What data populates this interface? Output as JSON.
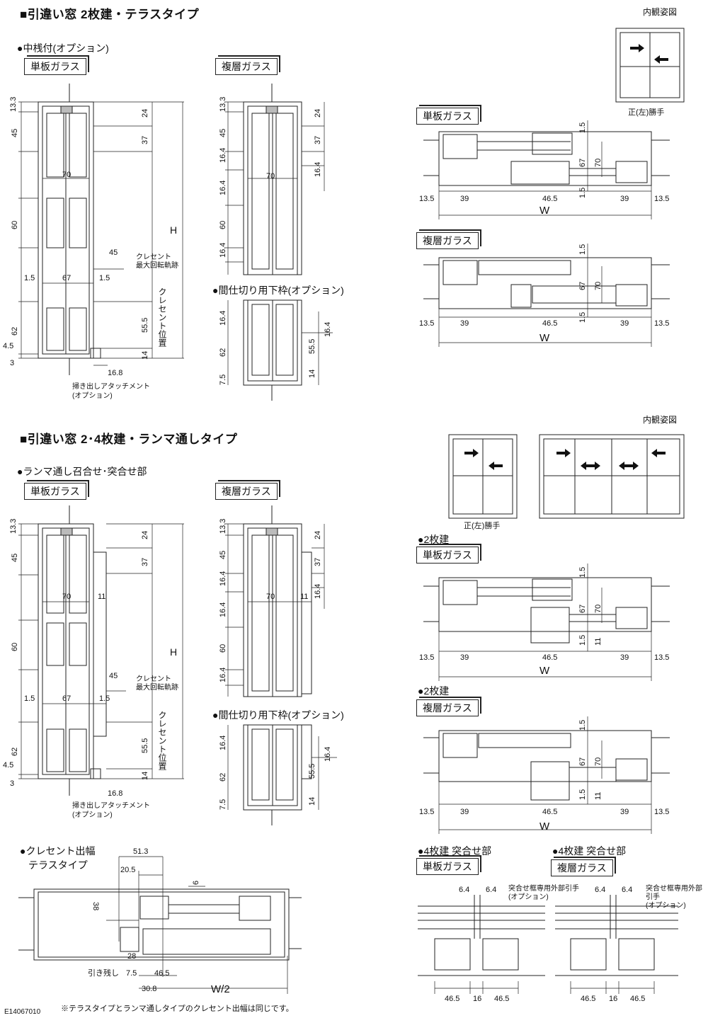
{
  "sections": {
    "terrace": {
      "title": "■引違い窓 2枚建・テラスタイプ",
      "interior_view_label": "内観姿図",
      "hand_label": "正(左)勝手",
      "middle_rail_label": "●中桟付(オプション)",
      "single_glass": "単板ガラス",
      "double_glass": "複層ガラス",
      "partition_label": "●間仕切り用下枠(オプション)",
      "crescent_note": "クレセント\n最大回転軌跡",
      "crescent_position": "クレセント位置",
      "sweep_attachment": "掃き出しアタッチメント\n(オプション)"
    },
    "transom": {
      "title": "■引違い窓 2･4枚建・ランマ通しタイプ",
      "interior_view_label": "内観姿図",
      "hand_label": "正(左)勝手",
      "joint_label": "●ランマ通し召合せ･突合せ部",
      "single_glass": "単板ガラス",
      "double_glass": "複層ガラス",
      "partition_label": "●間仕切り用下枠(オプション)",
      "crescent_note": "クレセント\n最大回転軌跡",
      "crescent_position": "クレセント位置",
      "sweep_attachment": "掃き出しアタッチメント\n(オプション)",
      "two_panel_label": "●2枚建",
      "four_panel_single": "●4枚建 突合せ部",
      "four_panel_double": "●4枚建 突合せ部",
      "butt_pull": "突合せ框専用外部引手\n(オプション)"
    },
    "crescent_width": {
      "title": "●クレセント出幅",
      "subtitle": "テラスタイプ",
      "remaining_label": "引き残し",
      "footnote": "※テラスタイプとランマ通しタイプのクレセント出幅は同じです。"
    }
  },
  "dims": {
    "v_left": [
      "13.3",
      "45",
      "60",
      "62",
      "4.5",
      "3"
    ],
    "v_right": [
      "24",
      "37",
      "55.5",
      "14"
    ],
    "v_double_left": [
      "13.3",
      "45",
      "16.4",
      "16.4",
      "60",
      "16.4"
    ],
    "v_double_right": [
      "24",
      "37",
      "16.4"
    ],
    "partition": [
      "16.4",
      "62",
      "7.5",
      "55.5",
      "16.4",
      "14"
    ],
    "mid": [
      "70",
      "67",
      "1.5",
      "1.5",
      "45",
      "16.8",
      "11"
    ],
    "plan": [
      "13.5",
      "39",
      "46.5",
      "39",
      "13.5",
      "1.5",
      "67",
      "70",
      "1.5",
      "11"
    ],
    "W": "W",
    "H": "H",
    "crescent": [
      "51.3",
      "20.5",
      "6",
      "38",
      "28",
      "7.5",
      "46.5",
      "30.8",
      "W/2"
    ],
    "butt": [
      "6.4",
      "6.4",
      "46.5",
      "16",
      "46.5"
    ]
  },
  "code": "E14067010"
}
